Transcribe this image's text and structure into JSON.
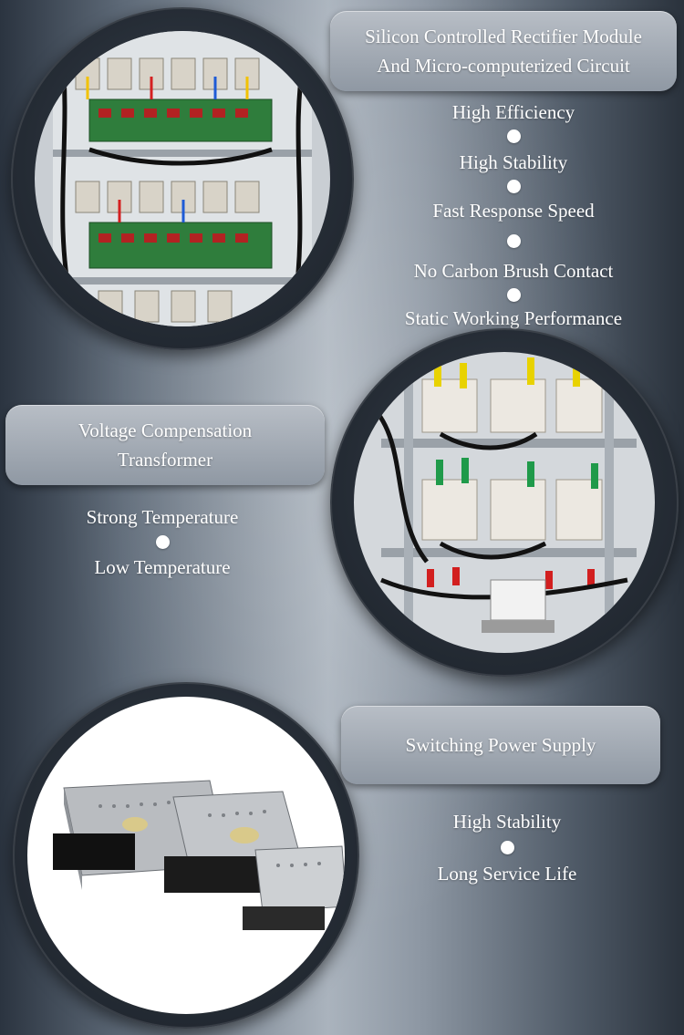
{
  "colors": {
    "pill_top": "#b8bec6",
    "pill_bottom": "#8f98a3",
    "text": "#ffffff"
  },
  "section_scr": {
    "title_line1": "Silicon Controlled Rectifier Module",
    "title_line2": "And Micro-computerized Circuit",
    "features": [
      "High Efficiency",
      "High Stability",
      "Fast Response Speed",
      "No Carbon Brush Contact",
      "Static Working Performance"
    ]
  },
  "section_transformer": {
    "title_line1": "Voltage Compensation",
    "title_line2": "Transformer",
    "features": [
      "Strong Temperature",
      "Low Temperature"
    ]
  },
  "section_power": {
    "title": "Switching Power Supply",
    "features": [
      "High Stability",
      "Long Service Life"
    ]
  },
  "images": [
    {
      "name": "scr-circuit-board-photo"
    },
    {
      "name": "transformer-cabinet-photo"
    },
    {
      "name": "switching-power-supply-photo"
    }
  ]
}
